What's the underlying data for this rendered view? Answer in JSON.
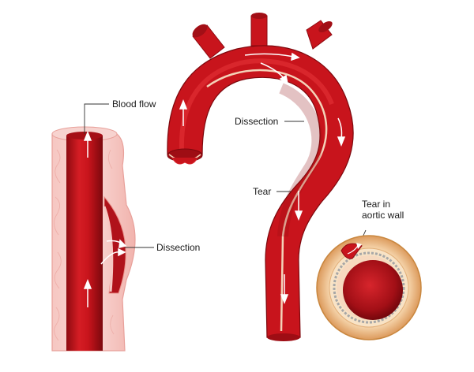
{
  "labels": {
    "blood_flow": "Blood flow",
    "dissection_vessel": "Dissection",
    "dissection_arch": "Dissection",
    "tear": "Tear",
    "tear_in_aortic_wall": "Tear in aortic wall"
  },
  "colors": {
    "blood": "#c8141c",
    "blood_dark": "#8e0a10",
    "blood_highlight": "#e8353a",
    "vessel_wall": "#f3b9b4",
    "wall_outline": "#f0d7b8",
    "cross_section_outer": "#e9a868"
  }
}
